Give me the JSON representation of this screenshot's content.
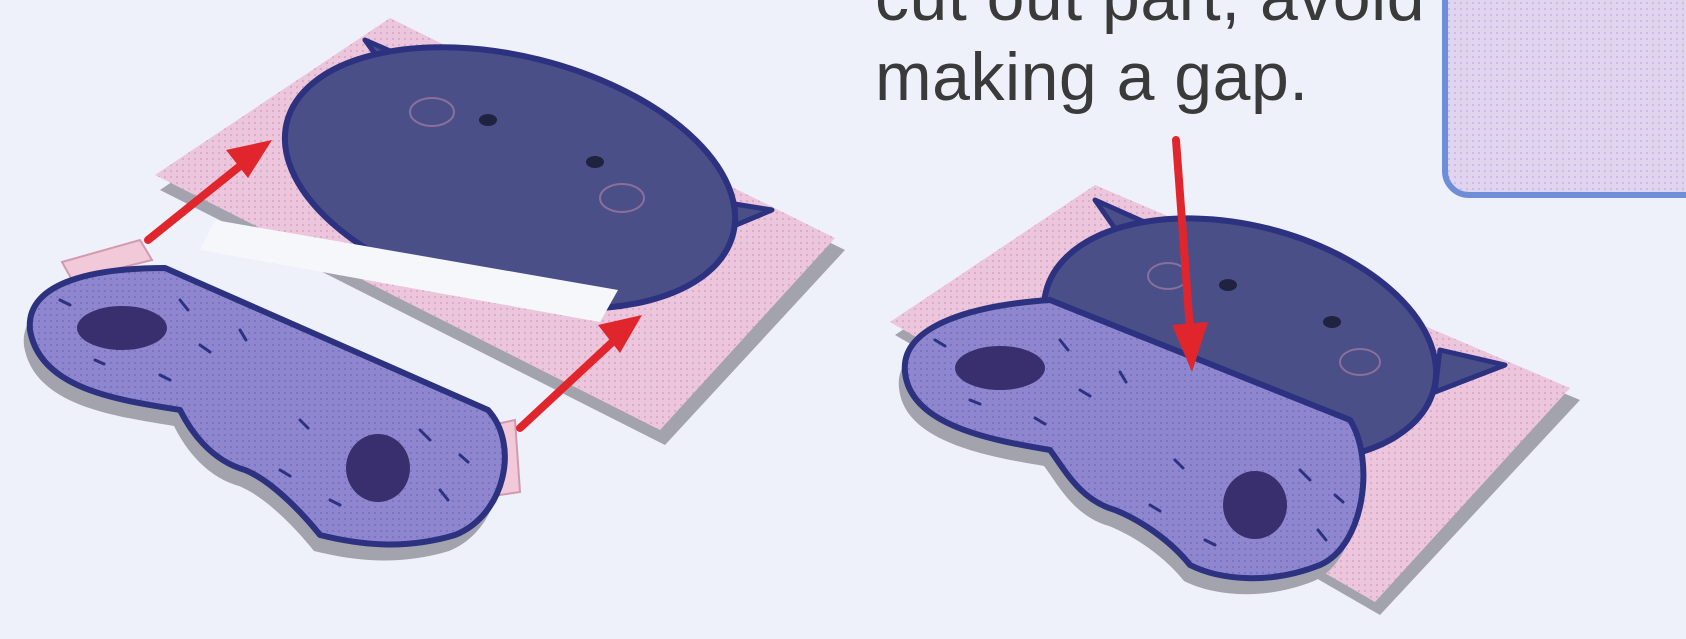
{
  "instruction": {
    "line1": "cut out part, avoid",
    "line2": "making a gap."
  },
  "colors": {
    "background": "#eef0fa",
    "card": "#ecc6dc",
    "card_shadow": "#a3a3ad",
    "head": "#4a4f88",
    "head_outline": "#2c3180",
    "snout": "#7f78c4",
    "nostril": "#3a2f6e",
    "arrow": "#e0262c",
    "side_panel": "#d9cdec",
    "side_panel_outline": "#6f8ed8"
  },
  "icons": {
    "left_figure": "pig-mask-parts-separated",
    "right_figure": "pig-mask-assembled",
    "arrows": "red-arrow"
  }
}
